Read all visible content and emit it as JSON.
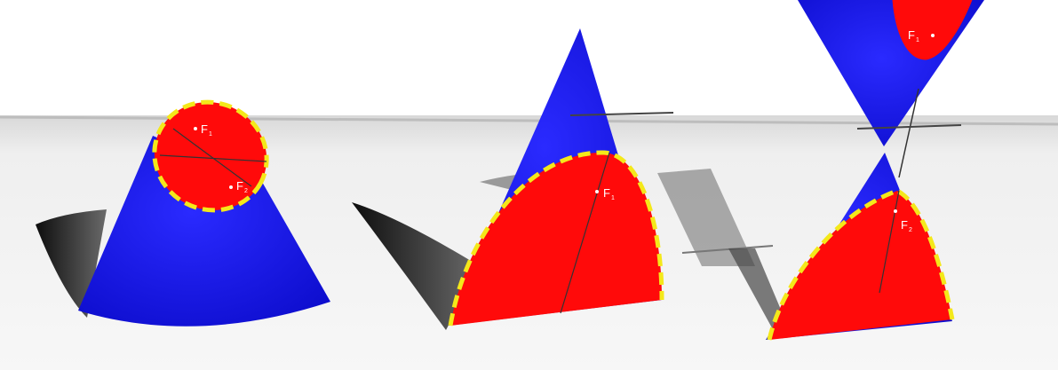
{
  "colors": {
    "cone": "#1010e0",
    "section": "#ff0a0a",
    "curve": "#f4e81a",
    "floor_light": "#f2f2f2",
    "floor_dark": "#c8c8c8",
    "shadow": "#1a1a1a",
    "axis": "#333333"
  },
  "figures": [
    {
      "name": "ellipse",
      "foci": [
        {
          "letter": "F",
          "sub": "1"
        },
        {
          "letter": "F",
          "sub": "2"
        }
      ]
    },
    {
      "name": "parabola",
      "foci": [
        {
          "letter": "F",
          "sub": "1"
        }
      ]
    },
    {
      "name": "hyperbola",
      "foci": [
        {
          "letter": "F",
          "sub": "1"
        },
        {
          "letter": "F",
          "sub": "2"
        }
      ]
    }
  ]
}
